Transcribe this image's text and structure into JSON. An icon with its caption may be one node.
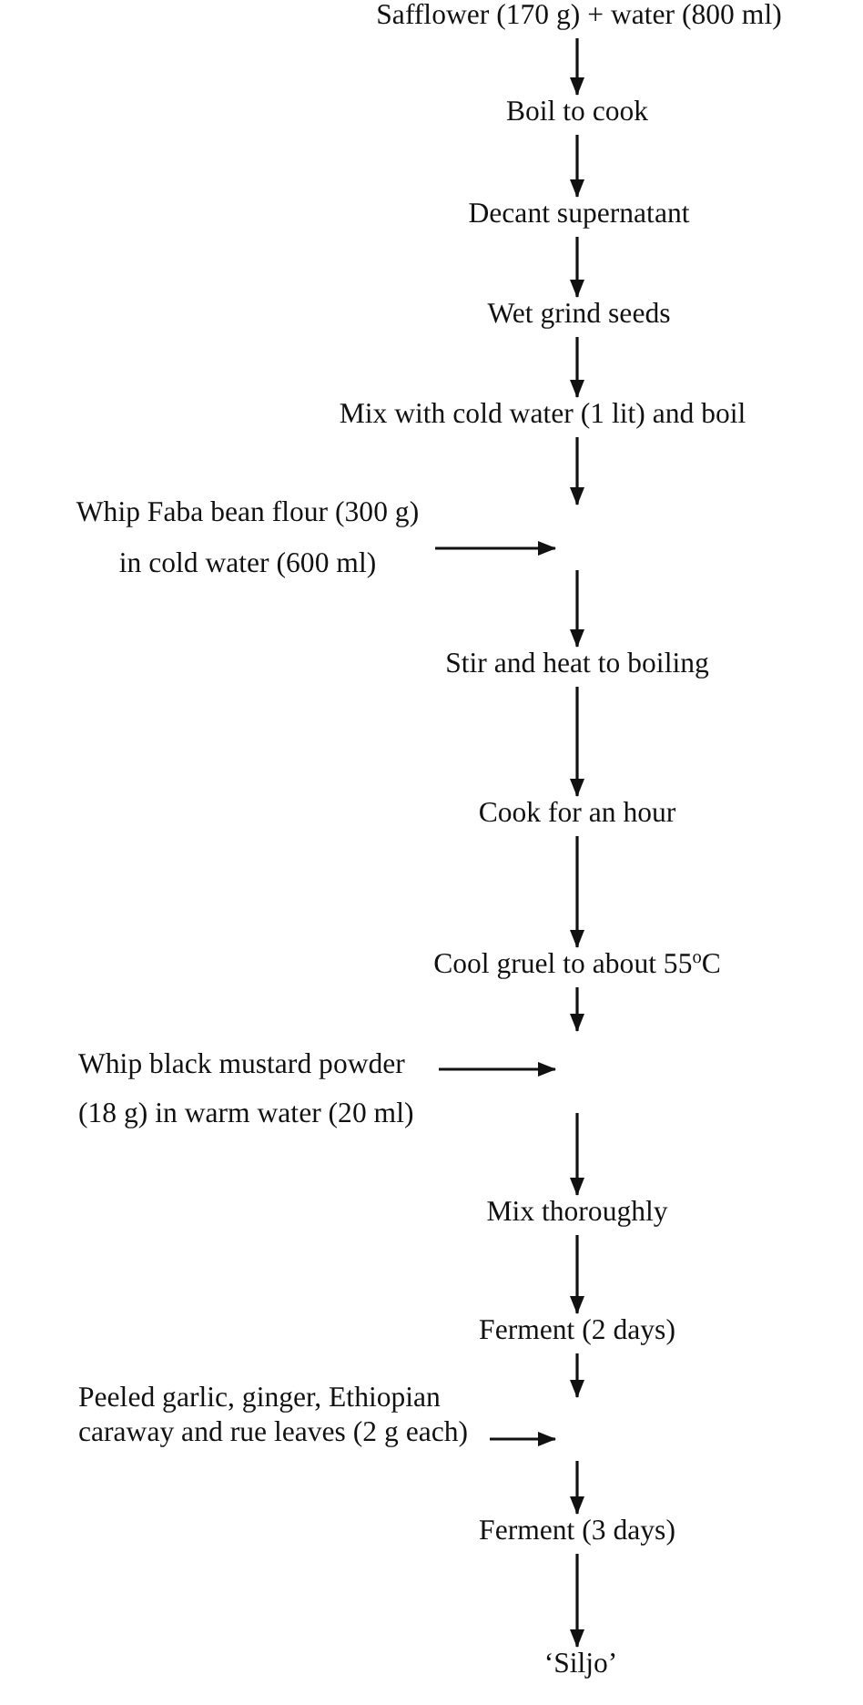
{
  "diagram": {
    "nodes": [
      {
        "text": [
          "Safflower (170 g) + water (800 ml)"
        ]
      },
      {
        "text": [
          "Boil to cook"
        ]
      },
      {
        "text": [
          "Decant supernatant"
        ]
      },
      {
        "text": [
          "Wet grind seeds"
        ]
      },
      {
        "text": [
          "Mix with cold water (1 lit) and boil"
        ]
      },
      {
        "text": [
          "Whip Faba bean flour (300 g) in cold water (600 ml)"
        ]
      },
      {
        "text": [
          "Stir and heat to boiling"
        ]
      },
      {
        "text": [
          "Cook for an hour"
        ]
      },
      {
        "text": [
          "Cool gruel to about 55$^{o}$C"
        ]
      },
      {
        "text": [
          "Whip black mustard powder (18 g) in warm water (20 ml)"
        ]
      },
      {
        "text": [
          "Mix thoroughly"
        ]
      },
      {
        "text": [
          "Ferment (2 days)"
        ]
      },
      {
        "text": [
          "Peeled garlic, ginger, Ethiopian caraway and rue leaves (2 g each)"
        ]
      },
      {
        "text": [
          "Ferment (3 days)"
        ]
      },
      {
        "text": [
          "‘Siljo’"
        ]
      }
    ],
    "edges": [
      {
        "from": 0,
        "to": 1,
        "arrow": "to"
      },
      {
        "from": 1,
        "to": 2,
        "arrow": "to"
      },
      {
        "from": 2,
        "to": 3,
        "arrow": "to"
      },
      {
        "from": 3,
        "to": 4,
        "arrow": "to"
      },
      {
        "from": 4,
        "to": null,
        "arrow": "to"
      },
      {
        "from": 5,
        "to": null,
        "arrow": "to"
      },
      {
        "from": null,
        "to": 6,
        "arrow": "to"
      },
      {
        "from": 6,
        "to": 7,
        "arrow": "to"
      },
      {
        "from": 7,
        "to": 8,
        "arrow": "to"
      },
      {
        "from": 8,
        "to": null,
        "arrow": "to"
      },
      {
        "from": 9,
        "to": null,
        "arrow": "to"
      },
      {
        "from": null,
        "to": 10,
        "arrow": "to"
      },
      {
        "from": 10,
        "to": 11,
        "arrow": "to"
      },
      {
        "from": 11,
        "to": null,
        "arrow": "to"
      },
      {
        "from": 12,
        "to": null,
        "arrow": "to"
      },
      {
        "from": null,
        "to": 13,
        "arrow": "to"
      },
      {
        "from": 13,
        "to": 14,
        "arrow": "to"
      }
    ]
  }
}
